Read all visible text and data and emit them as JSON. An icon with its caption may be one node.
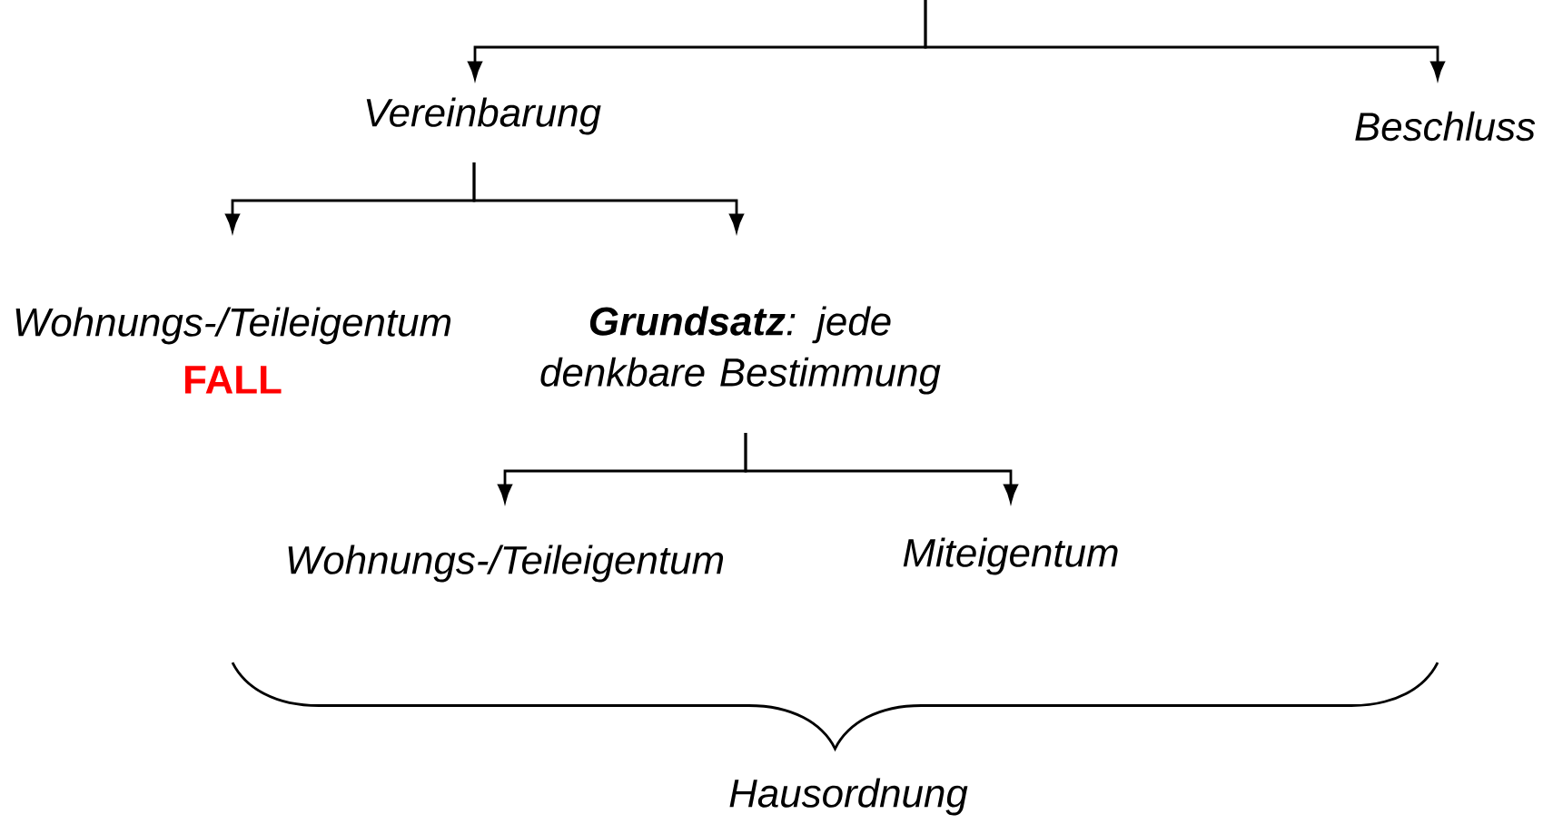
{
  "diagram": {
    "nodes": [
      {
        "text": [
          "Vereinbarung"
        ]
      },
      {
        "text": [
          "Beschluss"
        ]
      },
      {
        "text": [
          "Wohnungs-/Teileigentum",
          "FALL"
        ]
      },
      {
        "text": [
          "**Grundsatz**: jede denkbare Bestimmung"
        ]
      },
      {
        "text": [
          "Wohnungs-/Teileigentum"
        ]
      },
      {
        "text": [
          "Miteigentum"
        ]
      }
    ],
    "edges": [
      {
        "from": null,
        "to": 0,
        "arrow": "to"
      },
      {
        "from": null,
        "to": 1,
        "arrow": "to"
      },
      {
        "from": 0,
        "to": 2,
        "arrow": "to"
      },
      {
        "from": 0,
        "to": 3,
        "arrow": "to"
      },
      {
        "from": 3,
        "to": 4,
        "arrow": "to"
      },
      {
        "from": 3,
        "to": 5,
        "arrow": "to"
      }
    ],
    "labels": [
      "Hausordnung"
    ]
  }
}
